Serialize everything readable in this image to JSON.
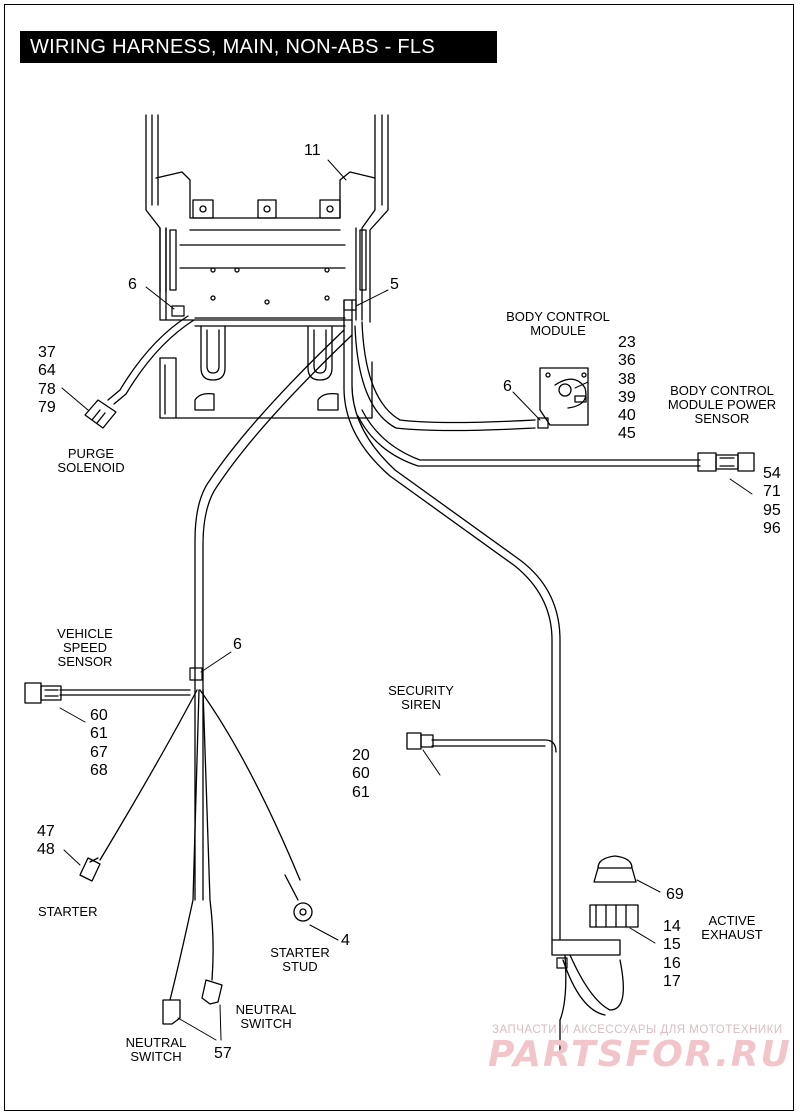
{
  "title": "WIRING HARNESS, MAIN, NON-ABS - FLS",
  "callouts": {
    "frame": "11",
    "clip_left": "6",
    "clip_right": "5",
    "clip_bcm": "6",
    "clip_mid": "6",
    "starter_stud_item": "4",
    "neutral_switch_item": "57",
    "active_exhaust_cap": "69"
  },
  "components": {
    "purge_solenoid": {
      "label_line1": "PURGE",
      "label_line2": "SOLENOID",
      "items": [
        "37",
        "64",
        "78",
        "79"
      ]
    },
    "body_control_module": {
      "label_line1": "BODY CONTROL",
      "label_line2": "MODULE",
      "items": [
        "23",
        "36",
        "38",
        "39",
        "40",
        "45"
      ]
    },
    "bcm_power_sensor": {
      "label_line1": "BODY CONTROL",
      "label_line2": "MODULE POWER",
      "label_line3": "SENSOR",
      "items": [
        "54",
        "71",
        "95",
        "96"
      ]
    },
    "vehicle_speed_sensor": {
      "label_line1": "VEHICLE",
      "label_line2": "SPEED",
      "label_line3": "SENSOR",
      "items": [
        "60",
        "61",
        "67",
        "68"
      ]
    },
    "security_siren": {
      "label_line1": "SECURITY",
      "label_line2": "SIREN",
      "items": [
        "20",
        "60",
        "61"
      ]
    },
    "starter": {
      "label": "STARTER",
      "items": [
        "47",
        "48"
      ]
    },
    "starter_stud": {
      "label_line1": "STARTER",
      "label_line2": "STUD"
    },
    "neutral_switch_a": {
      "label_line1": "NEUTRAL",
      "label_line2": "SWITCH"
    },
    "neutral_switch_b": {
      "label_line1": "NEUTRAL",
      "label_line2": "SWITCH"
    },
    "active_exhaust": {
      "label_line1": "ACTIVE",
      "label_line2": "EXHAUST",
      "items": [
        "14",
        "15",
        "16",
        "17"
      ]
    }
  },
  "watermark": {
    "line1": "ЗАПЧАСТИ И АКСЕССУАРЫ ДЛЯ МОТОТЕХНИКИ",
    "line2": "PARTSFOR.RU"
  },
  "colors": {
    "title_bg": "#000000",
    "title_fg": "#ffffff",
    "line": "#000000",
    "watermark": "#f1c5c9"
  }
}
